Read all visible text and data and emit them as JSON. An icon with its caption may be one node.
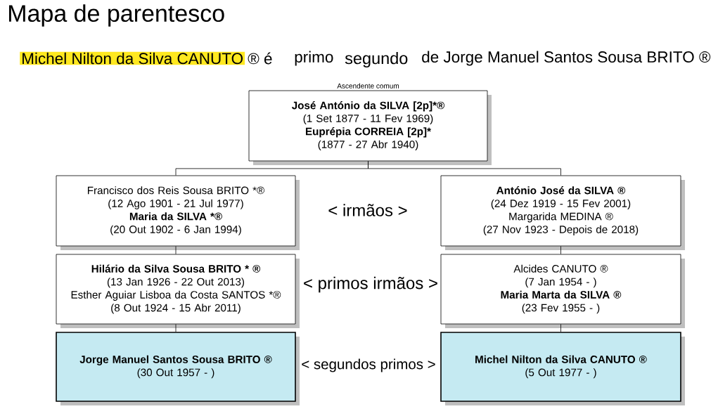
{
  "diagram": {
    "title": "Mapa de parentesco",
    "nodes": [
      {
        "text": [
          "José António da SILVA [2p]*®",
          "(1 Set 1877 - 11 Fev 1969)",
          "Euprépia CORREIA [2p]*",
          "(1877 - 27 Abr 1940)"
        ],
        "beside": [
          "Ascendente comum"
        ]
      },
      {
        "text": [
          "Francisco dos Reis Sousa BRITO *®",
          "(12 Ago 1901 - 21 Jul 1977)",
          "Maria da SILVA *®",
          "(20 Out 1902 - 6 Jan 1994)"
        ]
      },
      {
        "text": [
          "António José da SILVA ®",
          "(24 Dez 1919 - 15 Fev 2001)",
          "Margarida MEDINA ®",
          "(27 Nov 1923 - Depois de 2018)"
        ]
      },
      {
        "text": [
          "Hilário da Silva Sousa BRITO * ®",
          "(13 Jan 1926 - 22 Out 2013)",
          "Esther Aguiar Lisboa da Costa SANTOS *®",
          "(8 Out 1924 - 15 Abr 2011)"
        ]
      },
      {
        "text": [
          "Alcides CANUTO ®",
          "(7 Jan 1954 - )",
          "Maria Marta da SILVA ®",
          "(23 Fev 1955 - )"
        ]
      },
      {
        "text": [
          "Jorge Manuel Santos Sousa BRITO ®",
          "(30 Out 1957 - )"
        ]
      },
      {
        "text": [
          "Michel Nilton da Silva CANUTO ®",
          "(5 Out 1977 - )"
        ]
      }
    ],
    "edges": [
      {
        "from": 0,
        "to": 1,
        "arrow": "none"
      },
      {
        "from": 0,
        "to": 2,
        "arrow": "none"
      },
      {
        "from": 1,
        "to": 3,
        "arrow": "none"
      },
      {
        "from": 3,
        "to": 5,
        "arrow": "none"
      },
      {
        "from": 2,
        "to": 4,
        "arrow": "none"
      },
      {
        "from": 4,
        "to": 6,
        "arrow": "none"
      }
    ],
    "labels": [
      "Michel Nilton da Silva CANUTO",
      "® é",
      "primo",
      "segundo",
      "de Jorge Manuel Santos Sousa BRITO ®",
      "< irmãos >",
      "< primos irmãos >",
      "< segundos primos >"
    ]
  }
}
